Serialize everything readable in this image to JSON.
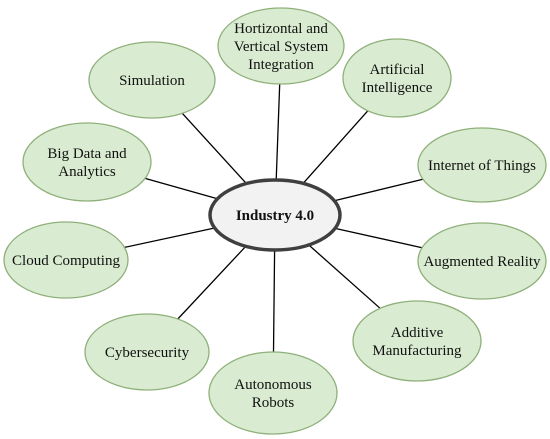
{
  "diagram": {
    "center": {
      "label": "Industry 4.0"
    },
    "nodes": [
      {
        "id": "horizontal-vertical-integration",
        "lines": [
          "Hortizontal and",
          "Vertical System",
          "Integration"
        ]
      },
      {
        "id": "artificial-intelligence",
        "lines": [
          "Artificial",
          "Intelligence"
        ]
      },
      {
        "id": "internet-of-things",
        "lines": [
          "Internet of Things"
        ]
      },
      {
        "id": "augmented-reality",
        "lines": [
          "Augmented Reality"
        ]
      },
      {
        "id": "additive-manufacturing",
        "lines": [
          "Additive",
          "Manufacturing"
        ]
      },
      {
        "id": "autonomous-robots",
        "lines": [
          "Autonomous",
          "Robots"
        ]
      },
      {
        "id": "cybersecurity",
        "lines": [
          "Cybersecurity"
        ]
      },
      {
        "id": "cloud-computing",
        "lines": [
          "Cloud Computing"
        ]
      },
      {
        "id": "big-data-analytics",
        "lines": [
          "Big Data and",
          "Analytics"
        ]
      },
      {
        "id": "simulation",
        "lines": [
          "Simulation"
        ]
      }
    ],
    "colors": {
      "node_fill": "#d9ecd1",
      "node_stroke": "#8fb07a",
      "center_fill": "#f2f2f2",
      "center_stroke": "#3f3f3f",
      "connector": "#000000"
    }
  }
}
